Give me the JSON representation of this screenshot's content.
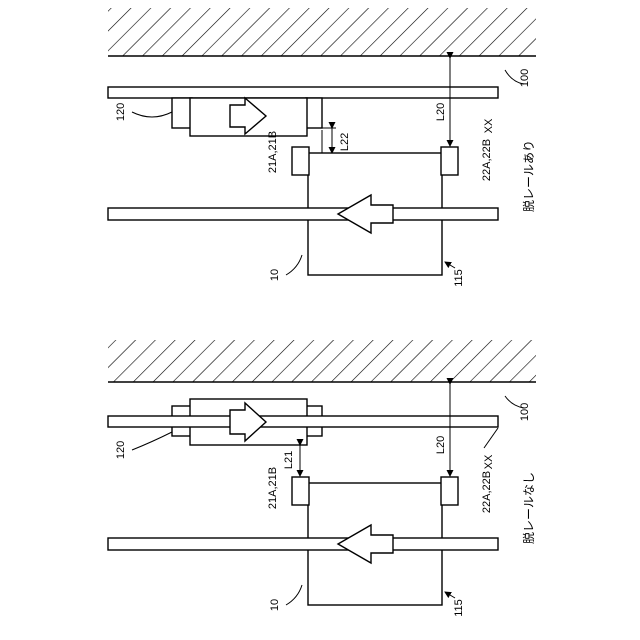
{
  "panel_top": {
    "caption": "脱レールあり",
    "label_wall": "100",
    "label_rail": "XX",
    "label_120": "120",
    "label_l20": "L20",
    "label_l22": "L22",
    "label_21": "21A,21B",
    "label_22": "22A,22B",
    "label_10": "10",
    "label_115": "115"
  },
  "panel_bottom": {
    "caption": "脱レールなし",
    "label_wall": "100",
    "label_rail": "XX",
    "label_120": "120",
    "label_l20": "L20",
    "label_l21": "L21",
    "label_21": "21A,21B",
    "label_22": "22A,22B",
    "label_10": "10",
    "label_115": "115"
  }
}
